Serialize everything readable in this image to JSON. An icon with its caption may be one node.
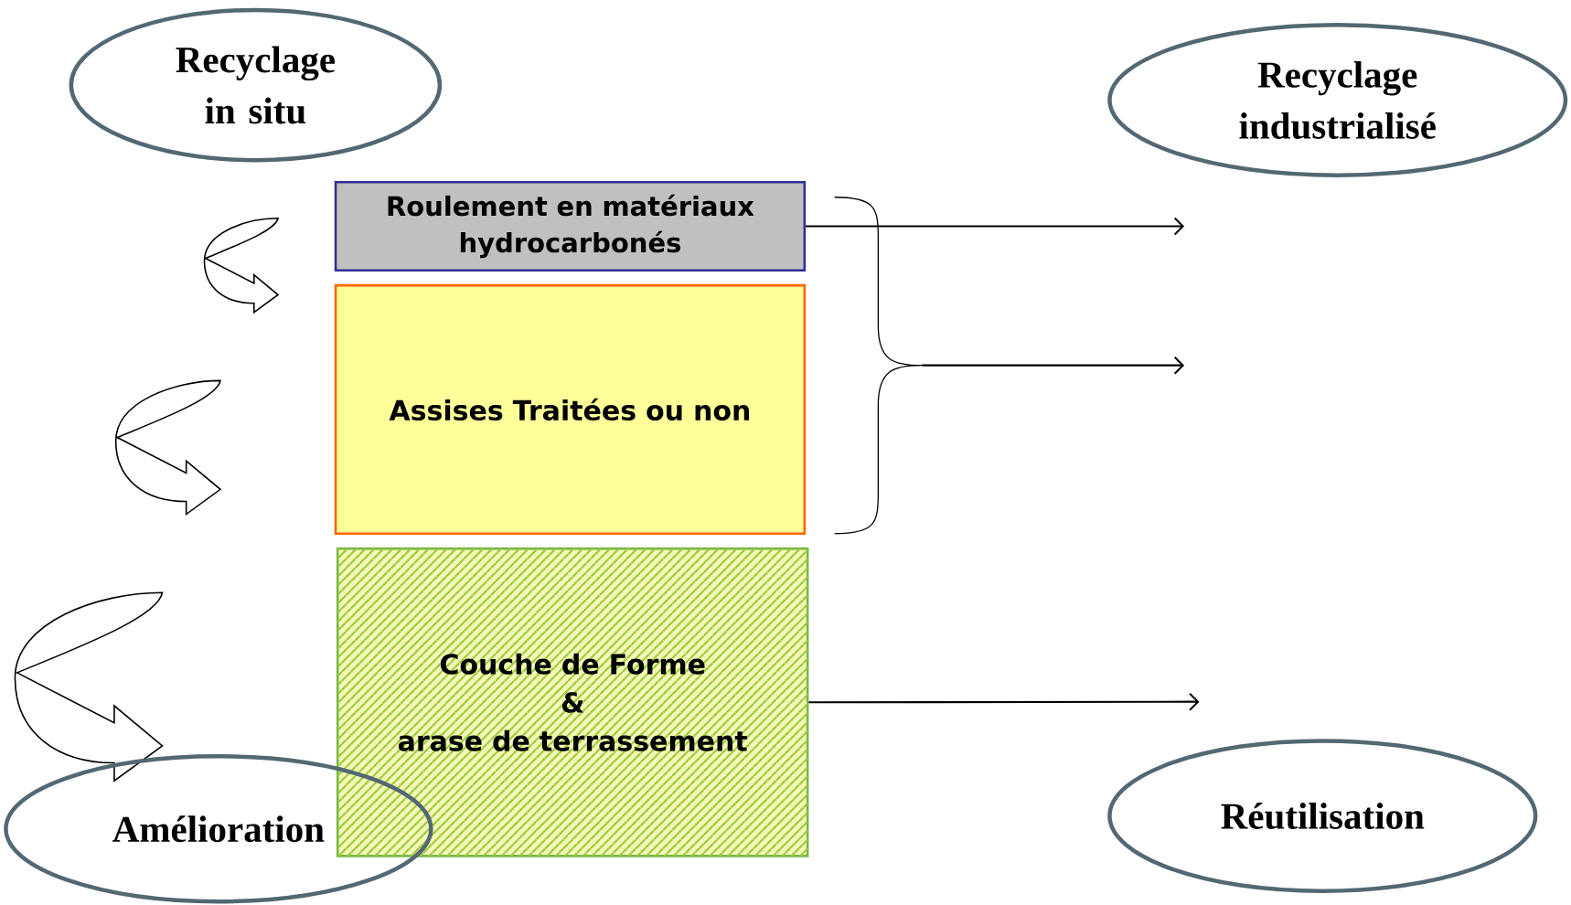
{
  "diagram": {
    "nodes": [
      {
        "text": [
          "Recyclage in situ"
        ]
      },
      {
        "text": [
          "Recyclage industrialisé"
        ]
      },
      {
        "text": [
          "Roulement en matériaux hydrocarbonés"
        ]
      },
      {
        "text": [
          "Assises Traitées ou non"
        ]
      },
      {
        "text": [
          "Couche de Forme",
          "&",
          "arase de terrassement"
        ]
      },
      {
        "text": [
          "Amélioration"
        ]
      },
      {
        "text": [
          "Réutilisation"
        ]
      },
      {
        "text": [],
        "shape": "brace"
      }
    ],
    "edges": [
      {
        "from": 2,
        "to": null,
        "arrow": "to"
      },
      {
        "from": 7,
        "to": null,
        "arrow": "to"
      },
      {
        "from": 4,
        "to": null,
        "arrow": "to"
      }
    ]
  }
}
